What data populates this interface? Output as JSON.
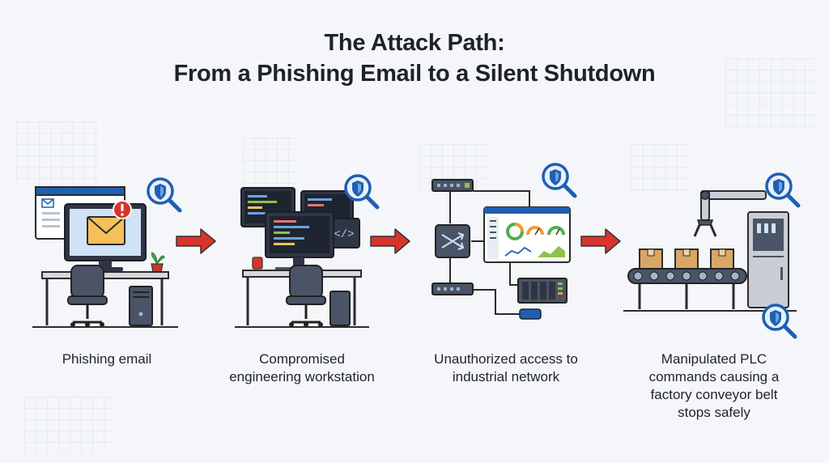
{
  "title": {
    "line1": "The Attack Path:",
    "line2": "From a Phishing Email to a Silent Shutdown"
  },
  "steps": [
    {
      "caption_lines": [
        "Phishing email"
      ]
    },
    {
      "caption_lines": [
        "Compromised",
        "engineering workstation"
      ]
    },
    {
      "caption_lines": [
        "Unauthorized access to",
        "industrial network"
      ]
    },
    {
      "caption_lines": [
        "Manipulated PLC",
        "commands causing a",
        "factory conveyor belt",
        "stops safely"
      ]
    }
  ],
  "icons": {
    "magnifier": "shield-magnifier-icon",
    "alert": "alert-icon",
    "arrow": "right-arrow-icon",
    "code": "code-icon"
  },
  "colors": {
    "arrow": "#d9342b",
    "accent": "#1f5fb3",
    "envelope": "#f5c05a",
    "alert": "#d9342b",
    "box": "#d9a666",
    "gauge_green": "#4caf50",
    "gauge_orange": "#f39c34"
  }
}
